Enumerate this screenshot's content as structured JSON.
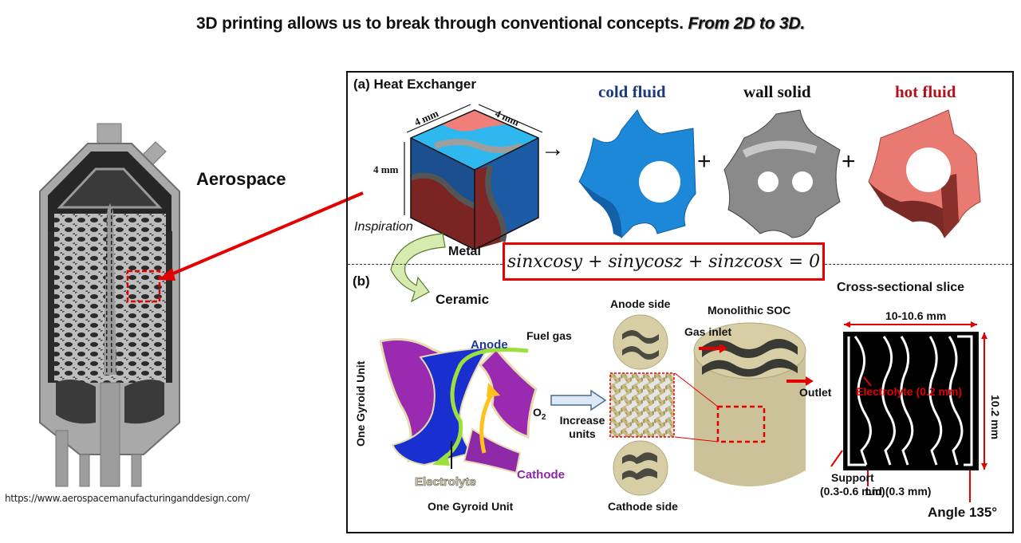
{
  "headline": {
    "main": "3D printing allows us to break through conventional concepts. ",
    "emphasis": "From 2D to 3D."
  },
  "left": {
    "application_label": "Aerospace",
    "source_url": "https://www.aerospacemanufacturinganddesign.com/"
  },
  "panel_a": {
    "title": "(a) Heat Exchanger",
    "cube_dims": {
      "width": "4 mm",
      "depth": "4 mm",
      "height": "4 mm"
    },
    "cube_caption": "Metal",
    "components": [
      {
        "label": "cold fluid",
        "color": "#1a3a78"
      },
      {
        "label": "wall solid",
        "color": "#111111"
      },
      {
        "label": "hot fluid",
        "color": "#b0121a"
      }
    ],
    "plus": "+",
    "inspiration": "Inspiration",
    "equation": "sinxcosy + sinycosz + sinzcosx = 0"
  },
  "panel_b": {
    "title": "(b)",
    "material": "Ceramic",
    "gyroid": {
      "anode": "Anode",
      "fuel_gas": "Fuel gas",
      "o2": "O",
      "o2_sub": "2",
      "cathode": "Cathode",
      "electrolyte": "Electrolyte",
      "side_label": "One Gyroid Unit",
      "bottom_label": "One Gyroid Unit"
    },
    "increase_units": [
      "Increase",
      "units"
    ],
    "anode_side": "Anode side",
    "cathode_side": "Cathode side",
    "monolithic": {
      "title": "Monolithic SOC",
      "gas_inlet": "Gas inlet",
      "outlet": "Outlet"
    },
    "cross_section": {
      "title": "Cross-sectional slice",
      "width": "10-10.6 mm",
      "height": "10.2 mm",
      "electrolyte": "Electrolyte (0.2 mm)",
      "support": "Support",
      "support_dim": "(0.3-0.6 mm)",
      "lid": "Lid (0.3 mm)",
      "angle": "Angle 135°"
    }
  },
  "colors": {
    "accent_red": "#e30000",
    "cold_blue": "#1e88d8",
    "hot_pink": "#e87a72",
    "wall_gray": "#8a8a8a",
    "ceramic_beige": "#cfc6a0",
    "anode_blue": "#1a2fd0",
    "cathode_purple": "#9a2ab0"
  }
}
